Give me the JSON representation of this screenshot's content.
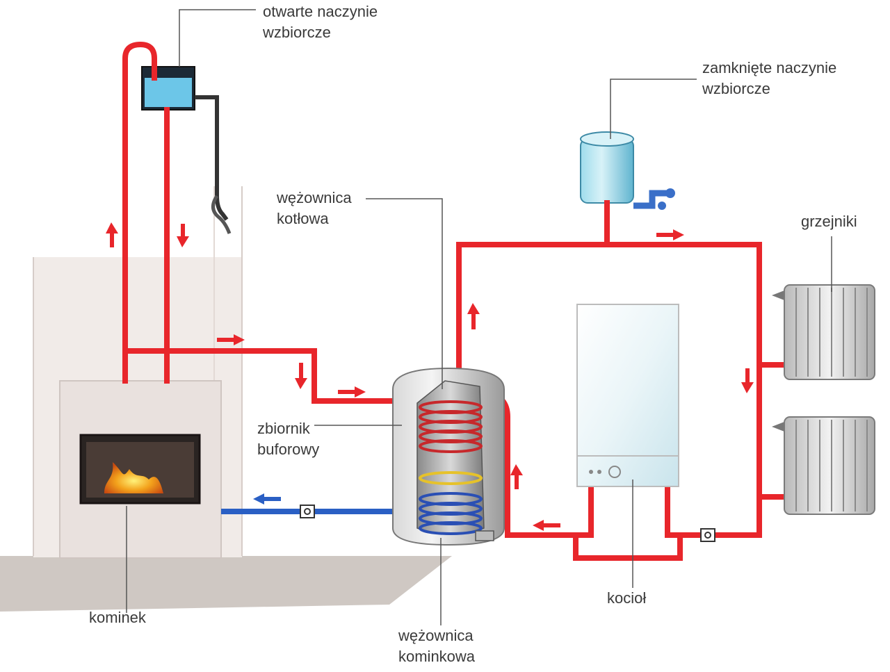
{
  "labels": {
    "open_expansion_vessel": "otwarte naczynie\nwzbiorcze",
    "closed_expansion_vessel": "zamknięte naczynie\nwzbiorcze",
    "boiler_coil": "wężownica\nkotłowa",
    "radiators": "grzejniki",
    "buffer_tank": "zbiornik\nbuforowy",
    "fireplace": "kominek",
    "boiler": "kocioł",
    "fireplace_coil": "wężownica\nkominkowa"
  },
  "colors": {
    "hot_pipe": "#e8262b",
    "cold_pipe": "#2a5fc4",
    "water": "#6cc6e8",
    "leader_line": "#555555"
  }
}
